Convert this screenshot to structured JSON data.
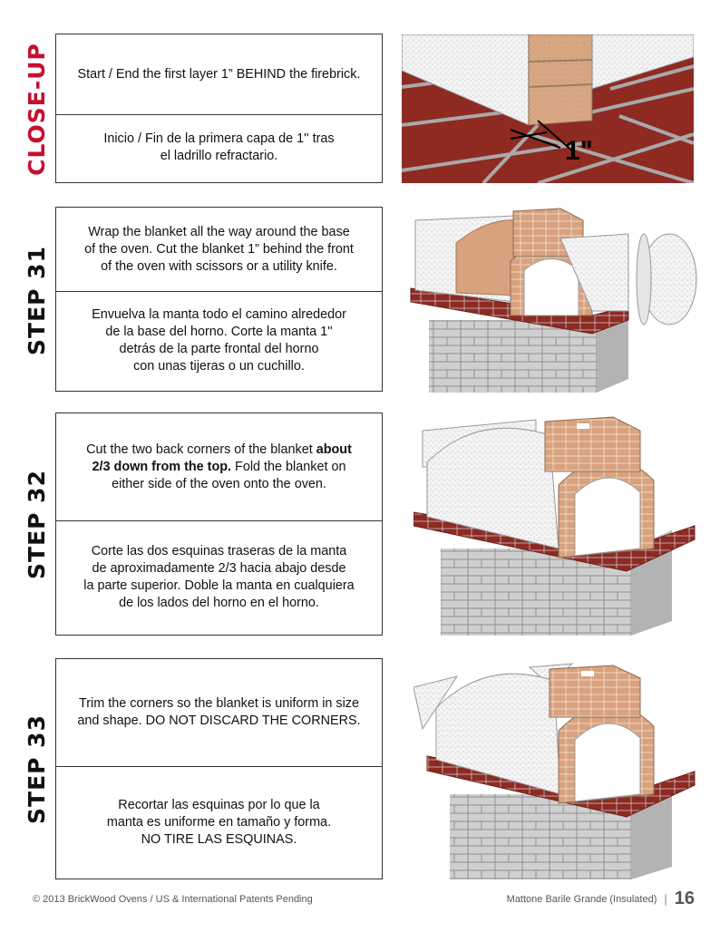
{
  "sections": [
    {
      "label": "CLOSE-UP",
      "en": "Start / End the first layer 1” BEHIND the firebrick.",
      "es_lines": [
        "Inicio / Fin de la primera capa de 1'' tras",
        "el ladrillo refractario."
      ],
      "callout": "1\""
    },
    {
      "label": "STEP 31",
      "en_lines": [
        "Wrap the blanket all the way around the base",
        "of the oven.  Cut the blanket 1” behind the front",
        "of the oven with scissors or a utility knife."
      ],
      "es_lines": [
        "Envuelva la manta todo el camino alrededor",
        "de la base del horno. Corte la manta 1''",
        "detrás de la parte frontal del horno",
        "con unas tijeras o un cuchillo."
      ]
    },
    {
      "label": "STEP 32",
      "en": {
        "p1": "Cut the two back corners of the blanket ",
        "b1": "about",
        "b2": "2/3 down from the top.",
        "p2": "  Fold the blanket on",
        "p3": "either side of the oven onto the oven."
      },
      "es_lines": [
        "Corte las dos esquinas traseras de la manta",
        "de aproximadamente 2/3 hacia abajo desde",
        "la parte superior. Doble la manta en cualquiera",
        "de los lados del horno en el horno."
      ]
    },
    {
      "label": "STEP 33",
      "en_lines": [
        "Trim the corners so the blanket is uniform in size",
        "and shape.  DO NOT DISCARD THE CORNERS."
      ],
      "es_lines": [
        "Recortar las esquinas por lo que la",
        "manta es uniforme en tamaño y forma.",
        "NO TIRE LAS ESQUINAS."
      ]
    }
  ],
  "footer": {
    "copyright": "© 2013 BrickWood Ovens / US & International Patents Pending",
    "model": "Mattone Barile Grande (Insulated)",
    "separator": "|",
    "page_number": "16"
  },
  "colors": {
    "close_up_label": "#c8102e",
    "step_label": "#111111",
    "brick_red": "#8e2a22",
    "firebrick": "#d9a27e",
    "block_gray": "#c9c9c9",
    "blanket": "#f2f2f2"
  }
}
